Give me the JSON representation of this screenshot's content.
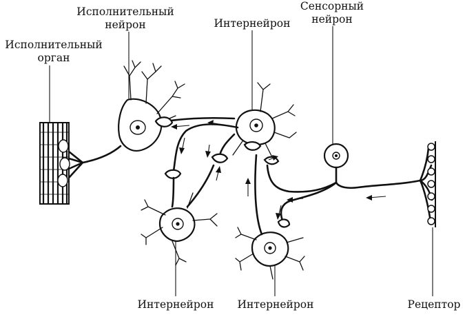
{
  "labels": {
    "effector_organ": [
      "Исполнительный",
      "орган"
    ],
    "motor_neuron": [
      "Исполнительный",
      "нейрон"
    ],
    "interneuron_top": "Интернейрон",
    "sensory_neuron": [
      "Сенсорный",
      "нейрон"
    ],
    "interneuron_bottom_left": "Интернейрон",
    "interneuron_bottom_middle": "Интернейрон",
    "receptor": "Рецептор"
  }
}
